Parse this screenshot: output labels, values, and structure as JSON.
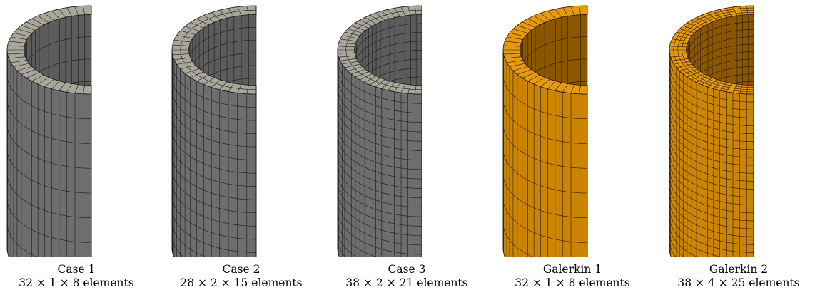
{
  "panels": [
    {
      "name": "Case 1",
      "elements": "32 × 1 × 8 elements",
      "nu": 32,
      "nv": 8,
      "nr": 1,
      "colors": {
        "top": "#a9a79b",
        "outer": "#6e6e6e",
        "inner": "#5c5c5c",
        "cut": "#727272",
        "line": "#1a1a1a"
      }
    },
    {
      "name": "Case 2",
      "elements": "28 × 2 × 15 elements",
      "nu": 28,
      "nv": 15,
      "nr": 2,
      "colors": {
        "top": "#a9a79b",
        "outer": "#6e6e6e",
        "inner": "#5c5c5c",
        "cut": "#727272",
        "line": "#1a1a1a"
      }
    },
    {
      "name": "Case 3",
      "elements": "38 × 2 × 21 elements",
      "nu": 38,
      "nv": 21,
      "nr": 2,
      "colors": {
        "top": "#a9a79b",
        "outer": "#6e6e6e",
        "inner": "#5c5c5c",
        "cut": "#727272",
        "line": "#1a1a1a"
      }
    },
    {
      "name": "Galerkin 1",
      "elements": "32 × 1 × 8 elements",
      "nu": 32,
      "nv": 8,
      "nr": 1,
      "colors": {
        "top": "#e69a10",
        "outer": "#cc8500",
        "inner": "#8a5600",
        "cut": "#b37400",
        "line": "#2a1a00"
      }
    },
    {
      "name": "Galerkin 2",
      "elements": "38 × 4 × 25 elements",
      "nu": 38,
      "nv": 25,
      "nr": 4,
      "colors": {
        "top": "#e69a10",
        "outer": "#cc8500",
        "inner": "#8a5600",
        "cut": "#b37400",
        "line": "#2a1a00"
      }
    }
  ]
}
